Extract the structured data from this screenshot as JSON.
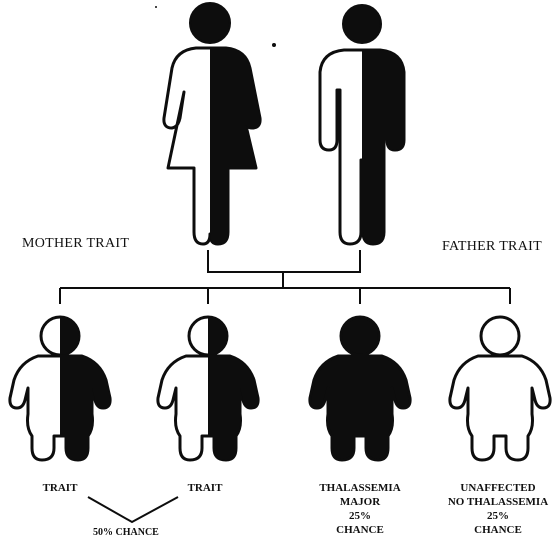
{
  "parents": {
    "mother": {
      "label": "MOTHER TRAIT",
      "status": "trait"
    },
    "father": {
      "label": "FATHER TRAIT",
      "status": "trait"
    }
  },
  "children": [
    {
      "label_lines": [
        "TRAIT"
      ],
      "status": "trait"
    },
    {
      "label_lines": [
        "TRAIT"
      ],
      "status": "trait"
    },
    {
      "label_lines": [
        "THALASSEMIA",
        "MAJOR",
        "25%",
        "CHANCE"
      ],
      "status": "affected"
    },
    {
      "label_lines": [
        "UNAFFECTED",
        "NO THALASSEMIA",
        "25%",
        "CHANCE"
      ],
      "status": "unaffected"
    }
  ],
  "trait_group": {
    "label": "50% CHANCE"
  },
  "colors": {
    "ink": "#0d0d0d",
    "paper": "#ffffff"
  }
}
